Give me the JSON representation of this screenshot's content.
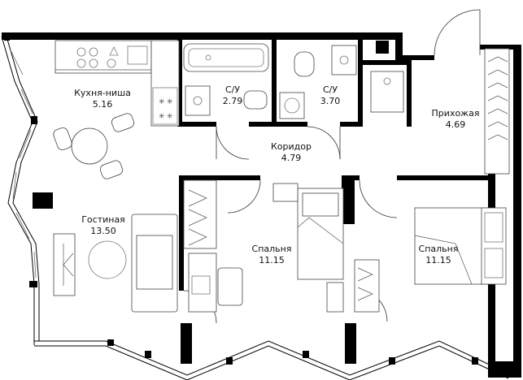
{
  "rooms": {
    "kitchen": {
      "name": "Кухня-ниша",
      "area": "5.16"
    },
    "bath1": {
      "name": "С/У",
      "area": "2.79"
    },
    "bath2": {
      "name": "С/У",
      "area": "3.70"
    },
    "hall": {
      "name": "Прихожая",
      "area": "4.69"
    },
    "corridor": {
      "name": "Коридор",
      "area": "4.79"
    },
    "living": {
      "name": "Гостиная",
      "area": "13.50"
    },
    "bedroom1": {
      "name": "Спальня",
      "area": "11.15"
    },
    "bedroom2": {
      "name": "Спальня",
      "area": "11.15"
    }
  }
}
